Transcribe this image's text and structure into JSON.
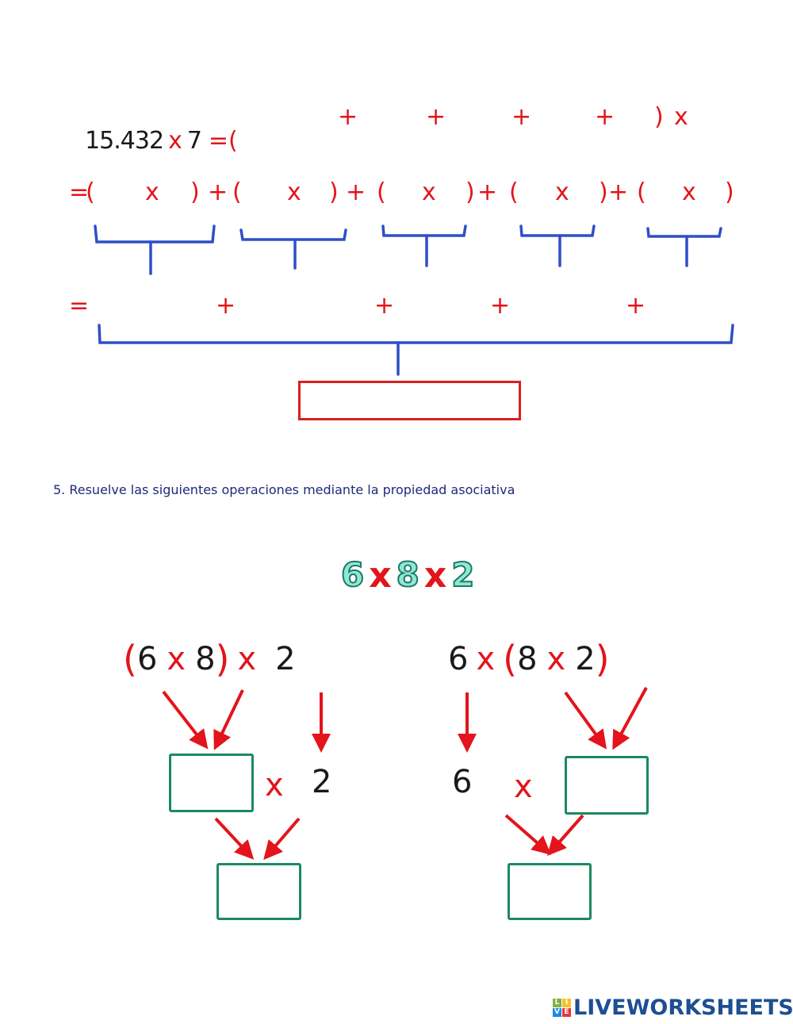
{
  "exercise4": {
    "line1": {
      "number": "15.432",
      "times": "x",
      "factor": "7",
      "eq_open": "=(",
      "plus": "+",
      "close": ")",
      "times_end": "x"
    },
    "line2": {
      "eq": "=",
      "open": "(",
      "times": "x",
      "close": ")",
      "plus": "+"
    },
    "line3": {
      "eq": "=",
      "plus": "+"
    }
  },
  "exercise5": {
    "instruction": "5. Resuelve las siguientes operaciones mediante la propiedad asociativa",
    "title": {
      "a": "6",
      "x1": "x",
      "b": "8",
      "x2": "x",
      "c": "2"
    },
    "left": {
      "open": "(",
      "a": "6",
      "times1": "x",
      "b": "8",
      "close": ")",
      "times2": "x",
      "c": "2",
      "row2_times": "x",
      "row2_c": "2"
    },
    "right": {
      "a": "6",
      "times1": "x",
      "open": "(",
      "b": "8",
      "times2": "x",
      "c": "2",
      "close": ")",
      "row2_a": "6",
      "row2_times": "x"
    }
  },
  "colors": {
    "red": "#e3141b",
    "blue": "#2f4fc8",
    "green": "#1b8a5e",
    "cyan_fill": "#8fe8d4",
    "navy_text": "#1e2a78",
    "logo_blue": "#1d4f91"
  },
  "logo": {
    "tiles": [
      "L",
      "I",
      "V",
      "E"
    ],
    "text": "LIVEWORKSHEETS"
  }
}
